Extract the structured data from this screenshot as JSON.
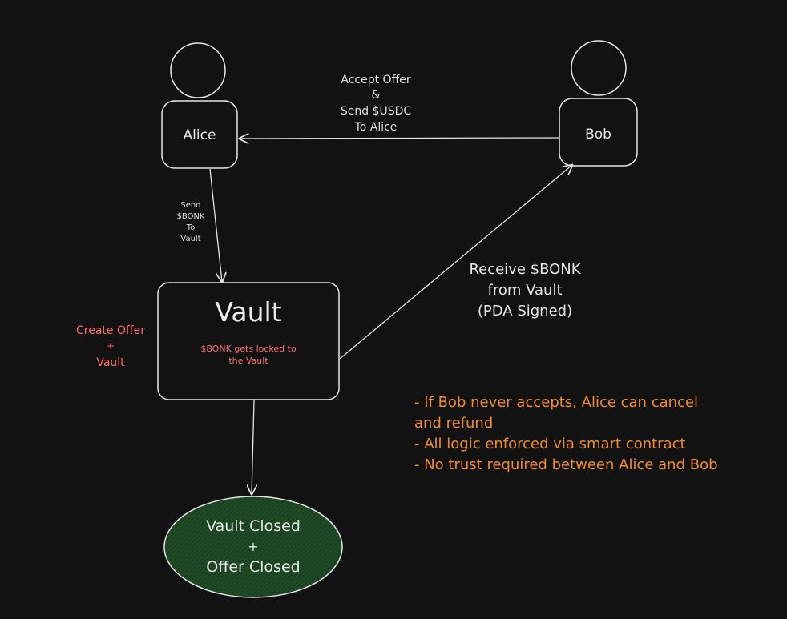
{
  "nodes": {
    "alice": "Alice",
    "bob": "Bob",
    "vault_title": "Vault",
    "vault_sub_1": "$BONK gets locked to",
    "vault_sub_2": "the Vault",
    "closed_1": "Vault Closed",
    "closed_2": "+",
    "closed_3": "Offer Closed"
  },
  "edges": {
    "accept_1": "Accept Offer",
    "accept_2": "&",
    "accept_3": "Send $USDC",
    "accept_4": "To Alice",
    "send_1": "Send",
    "send_2": "$BONK",
    "send_3": "To",
    "send_4": "Vault",
    "receive_1": "Receive $BONK",
    "receive_2": "from Vault",
    "receive_3": "(PDA Signed)"
  },
  "annotations": {
    "create_1": "Create Offer",
    "create_2": "+",
    "create_3": "Vault"
  },
  "notes": [
    "- If Bob never accepts, Alice can cancel",
    "and refund",
    "- All logic enforced via smart contract",
    "- No trust required between Alice and Bob"
  ],
  "colors": {
    "background": "#121212",
    "stroke": "#e6e6e6",
    "annotation_red": "#ff6b6b",
    "notes_orange": "#f08c2e",
    "closed_fill": "#1f4a26"
  }
}
